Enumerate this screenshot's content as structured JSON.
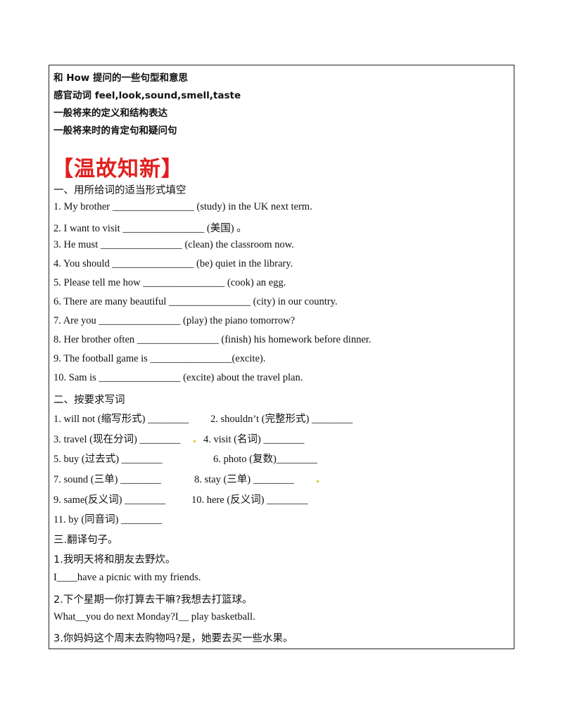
{
  "header_items": [
    "和 How 提问的一些句型和意思",
    "感官动词 feel,look,sound,smell,taste",
    "一般将来的定义和结构表达",
    "一般将来时的肯定句和疑问句"
  ],
  "review_title": "【温故知新】",
  "section1": {
    "heading": "一、用所给词的适当形式填空",
    "items": [
      "1. My brother ________________ (study) in the UK next term.",
      "2. I want to visit ________________ (美国) 。",
      "3. He must ________________ (clean) the classroom now.",
      "4. You should ________________ (be) quiet in the library.",
      "5. Please tell me how ________________ (cook) an egg.",
      "6. There are many beautiful ________________ (city) in our country.",
      "7. Are you ________________ (play) the piano tomorrow?",
      "8. Her brother often ________________ (finish) his homework before dinner.",
      "9. The football game is ________________(excite).",
      "10. Sam is ________________ (excite) about the travel plan."
    ]
  },
  "section2": {
    "heading": "二、按要求写词",
    "rows": [
      [
        "1. will not (缩写形式) ________",
        "2. shouldn’t (完整形式) ________"
      ],
      [
        "3. travel (现在分词) ________",
        "4. visit (名词) ________"
      ],
      [
        "5. buy (过去式) ________",
        "6. photo (复数)________"
      ],
      [
        "7. sound (三单) ________",
        "8. stay (三单) ________"
      ],
      [
        "9. same(反义词) ________",
        "10. here (反义词) ________"
      ],
      [
        "11. by (同音词) ________",
        ""
      ]
    ]
  },
  "section3": {
    "heading": "三.翻译句子。",
    "items": [
      "1.我明天将和朋友去野炊。",
      "I____have a picnic with my friends.",
      "2.下个星期一你打算去干嘛?我想去打篮球。",
      "What__you do next Monday?I__ play basketball.",
      "3.你妈妈这个周末去购物吗?是，她要去买一些水果。"
    ]
  }
}
